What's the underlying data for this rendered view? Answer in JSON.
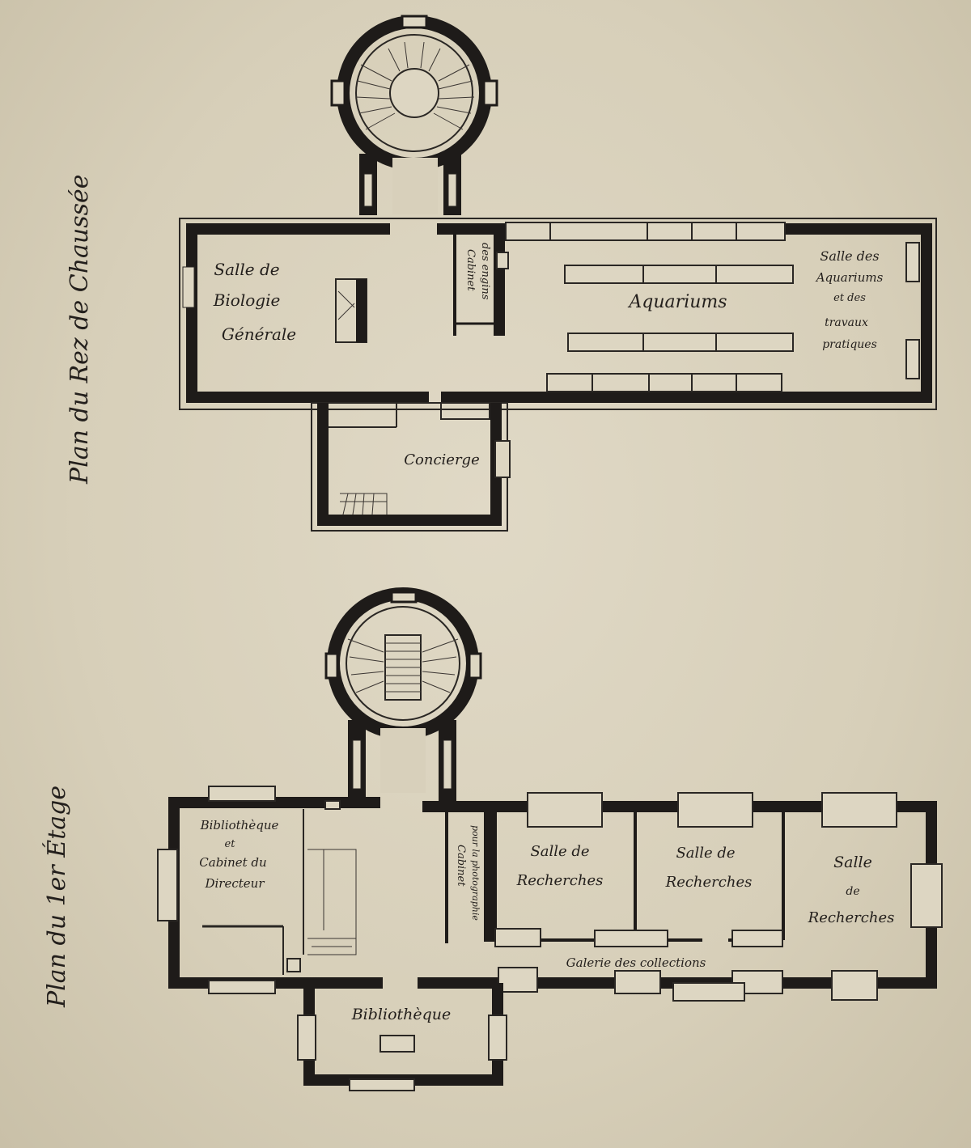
{
  "plan_ground": {
    "title": "Plan du Rez de Chaussée",
    "rooms": {
      "biologie_line1": "Salle de",
      "biologie_line2": "Biologie",
      "biologie_line3": "Générale",
      "cabinet_line1": "Cabinet",
      "cabinet_line2": "des engins",
      "aquariums": "Aquariums",
      "salle_aquariums_line1": "Salle des",
      "salle_aquariums_line2": "Aquariums",
      "salle_aquariums_line3": "et des",
      "salle_aquariums_line4": "travaux",
      "salle_aquariums_line5": "pratiques",
      "concierge": "Concierge"
    }
  },
  "plan_first": {
    "title": "Plan du 1er Étage",
    "rooms": {
      "bibdir_line1": "Bibliothèque",
      "bibdir_line2": "et",
      "bibdir_line3": "Cabinet du",
      "bibdir_line4": "Directeur",
      "photo_line1": "Cabinet",
      "photo_line2": "pour la photographie",
      "recherche1_line1": "Salle de",
      "recherche1_line2": "Recherches",
      "recherche2_line1": "Salle de",
      "recherche2_line2": "Recherches",
      "recherche3_line1": "Salle",
      "recherche3_line2": "de",
      "recherche3_line3": "Recherches",
      "galerie": "Galerie des collections",
      "bibliotheque": "Bibliothèque"
    }
  }
}
